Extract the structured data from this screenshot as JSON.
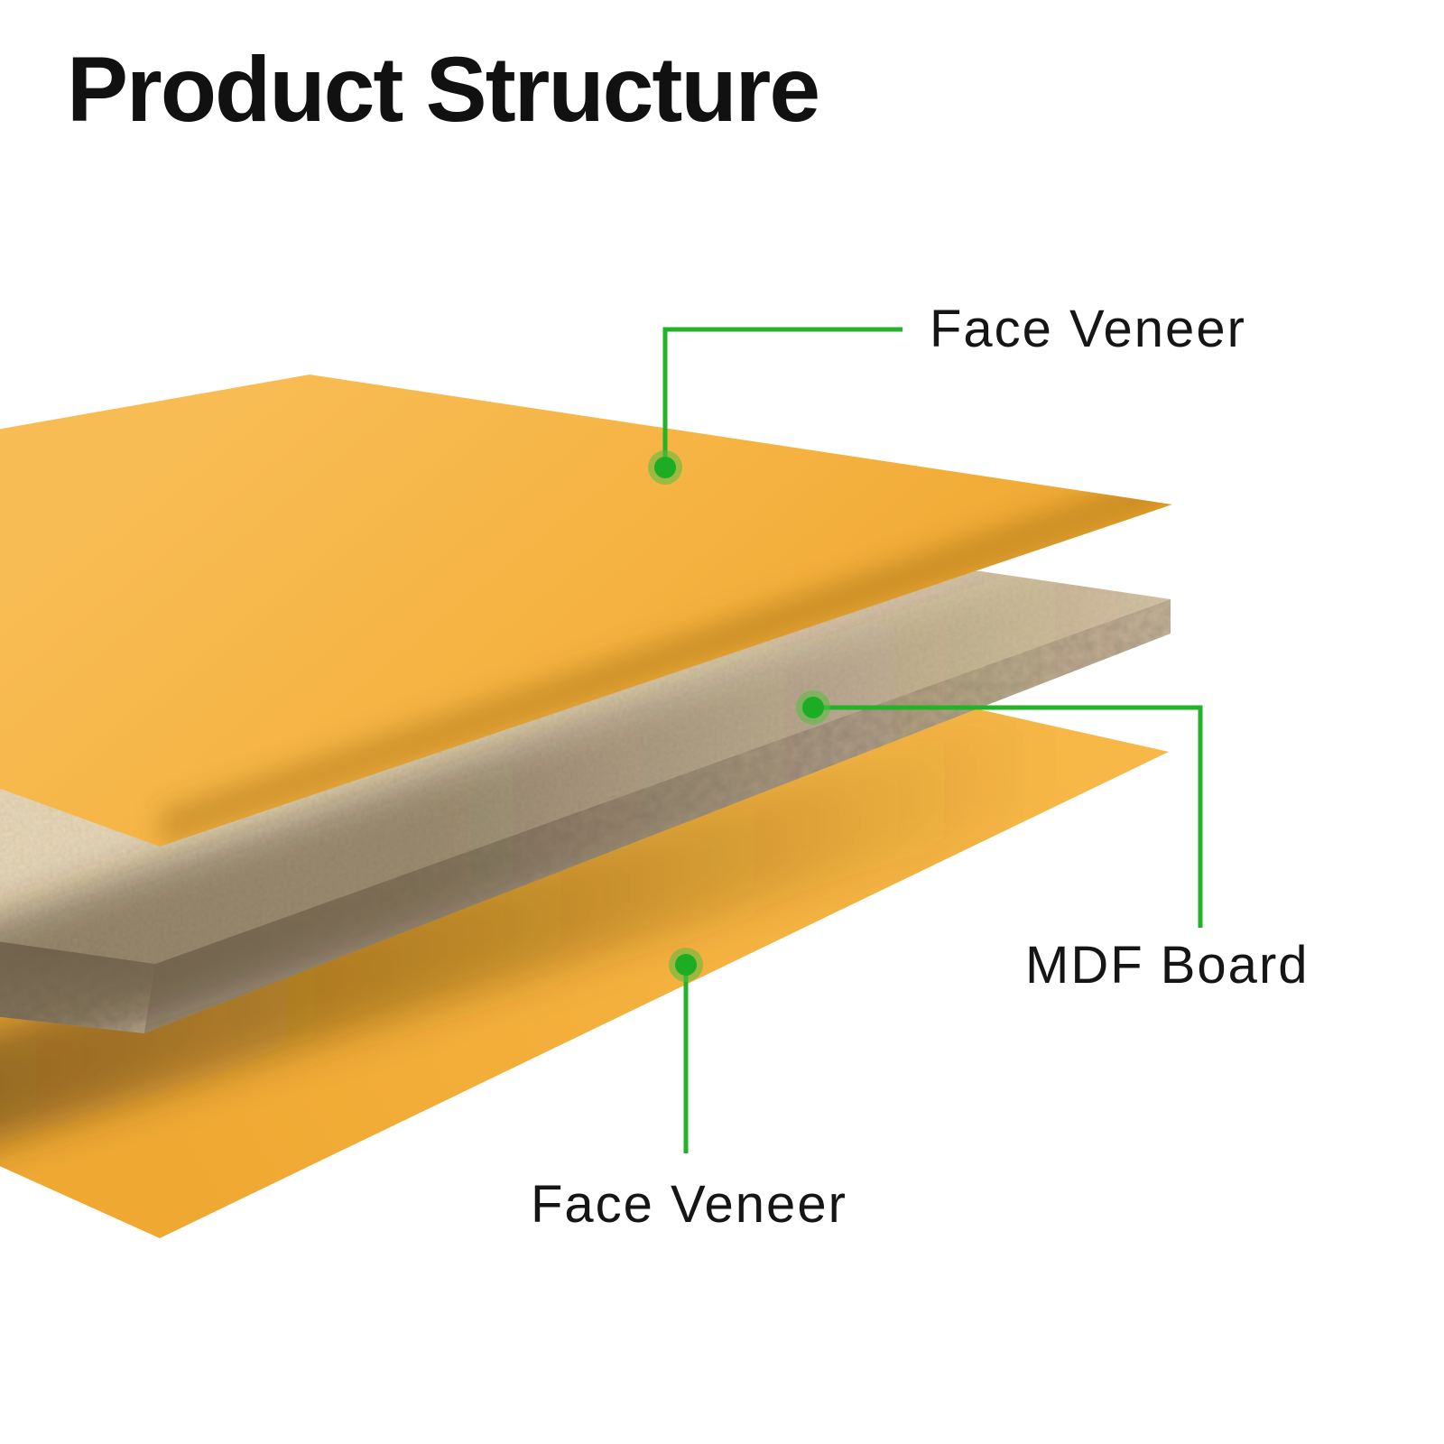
{
  "title": "Product Structure",
  "callouts": {
    "top": {
      "label": "Face Veneer"
    },
    "middle": {
      "label": "MDF Board"
    },
    "bottom": {
      "label": "Face Veneer"
    }
  },
  "layers": [
    {
      "name": "Face Veneer",
      "position": "top"
    },
    {
      "name": "MDF Board",
      "position": "core"
    },
    {
      "name": "Face Veneer",
      "position": "bottom"
    }
  ],
  "colors": {
    "accent_green": "#23b228",
    "dot_green": "#1cad25",
    "veneer_yellow": "#f5b140",
    "mdf_tan": "#d8c6a5",
    "text": "#141414",
    "background": "#ffffff"
  }
}
